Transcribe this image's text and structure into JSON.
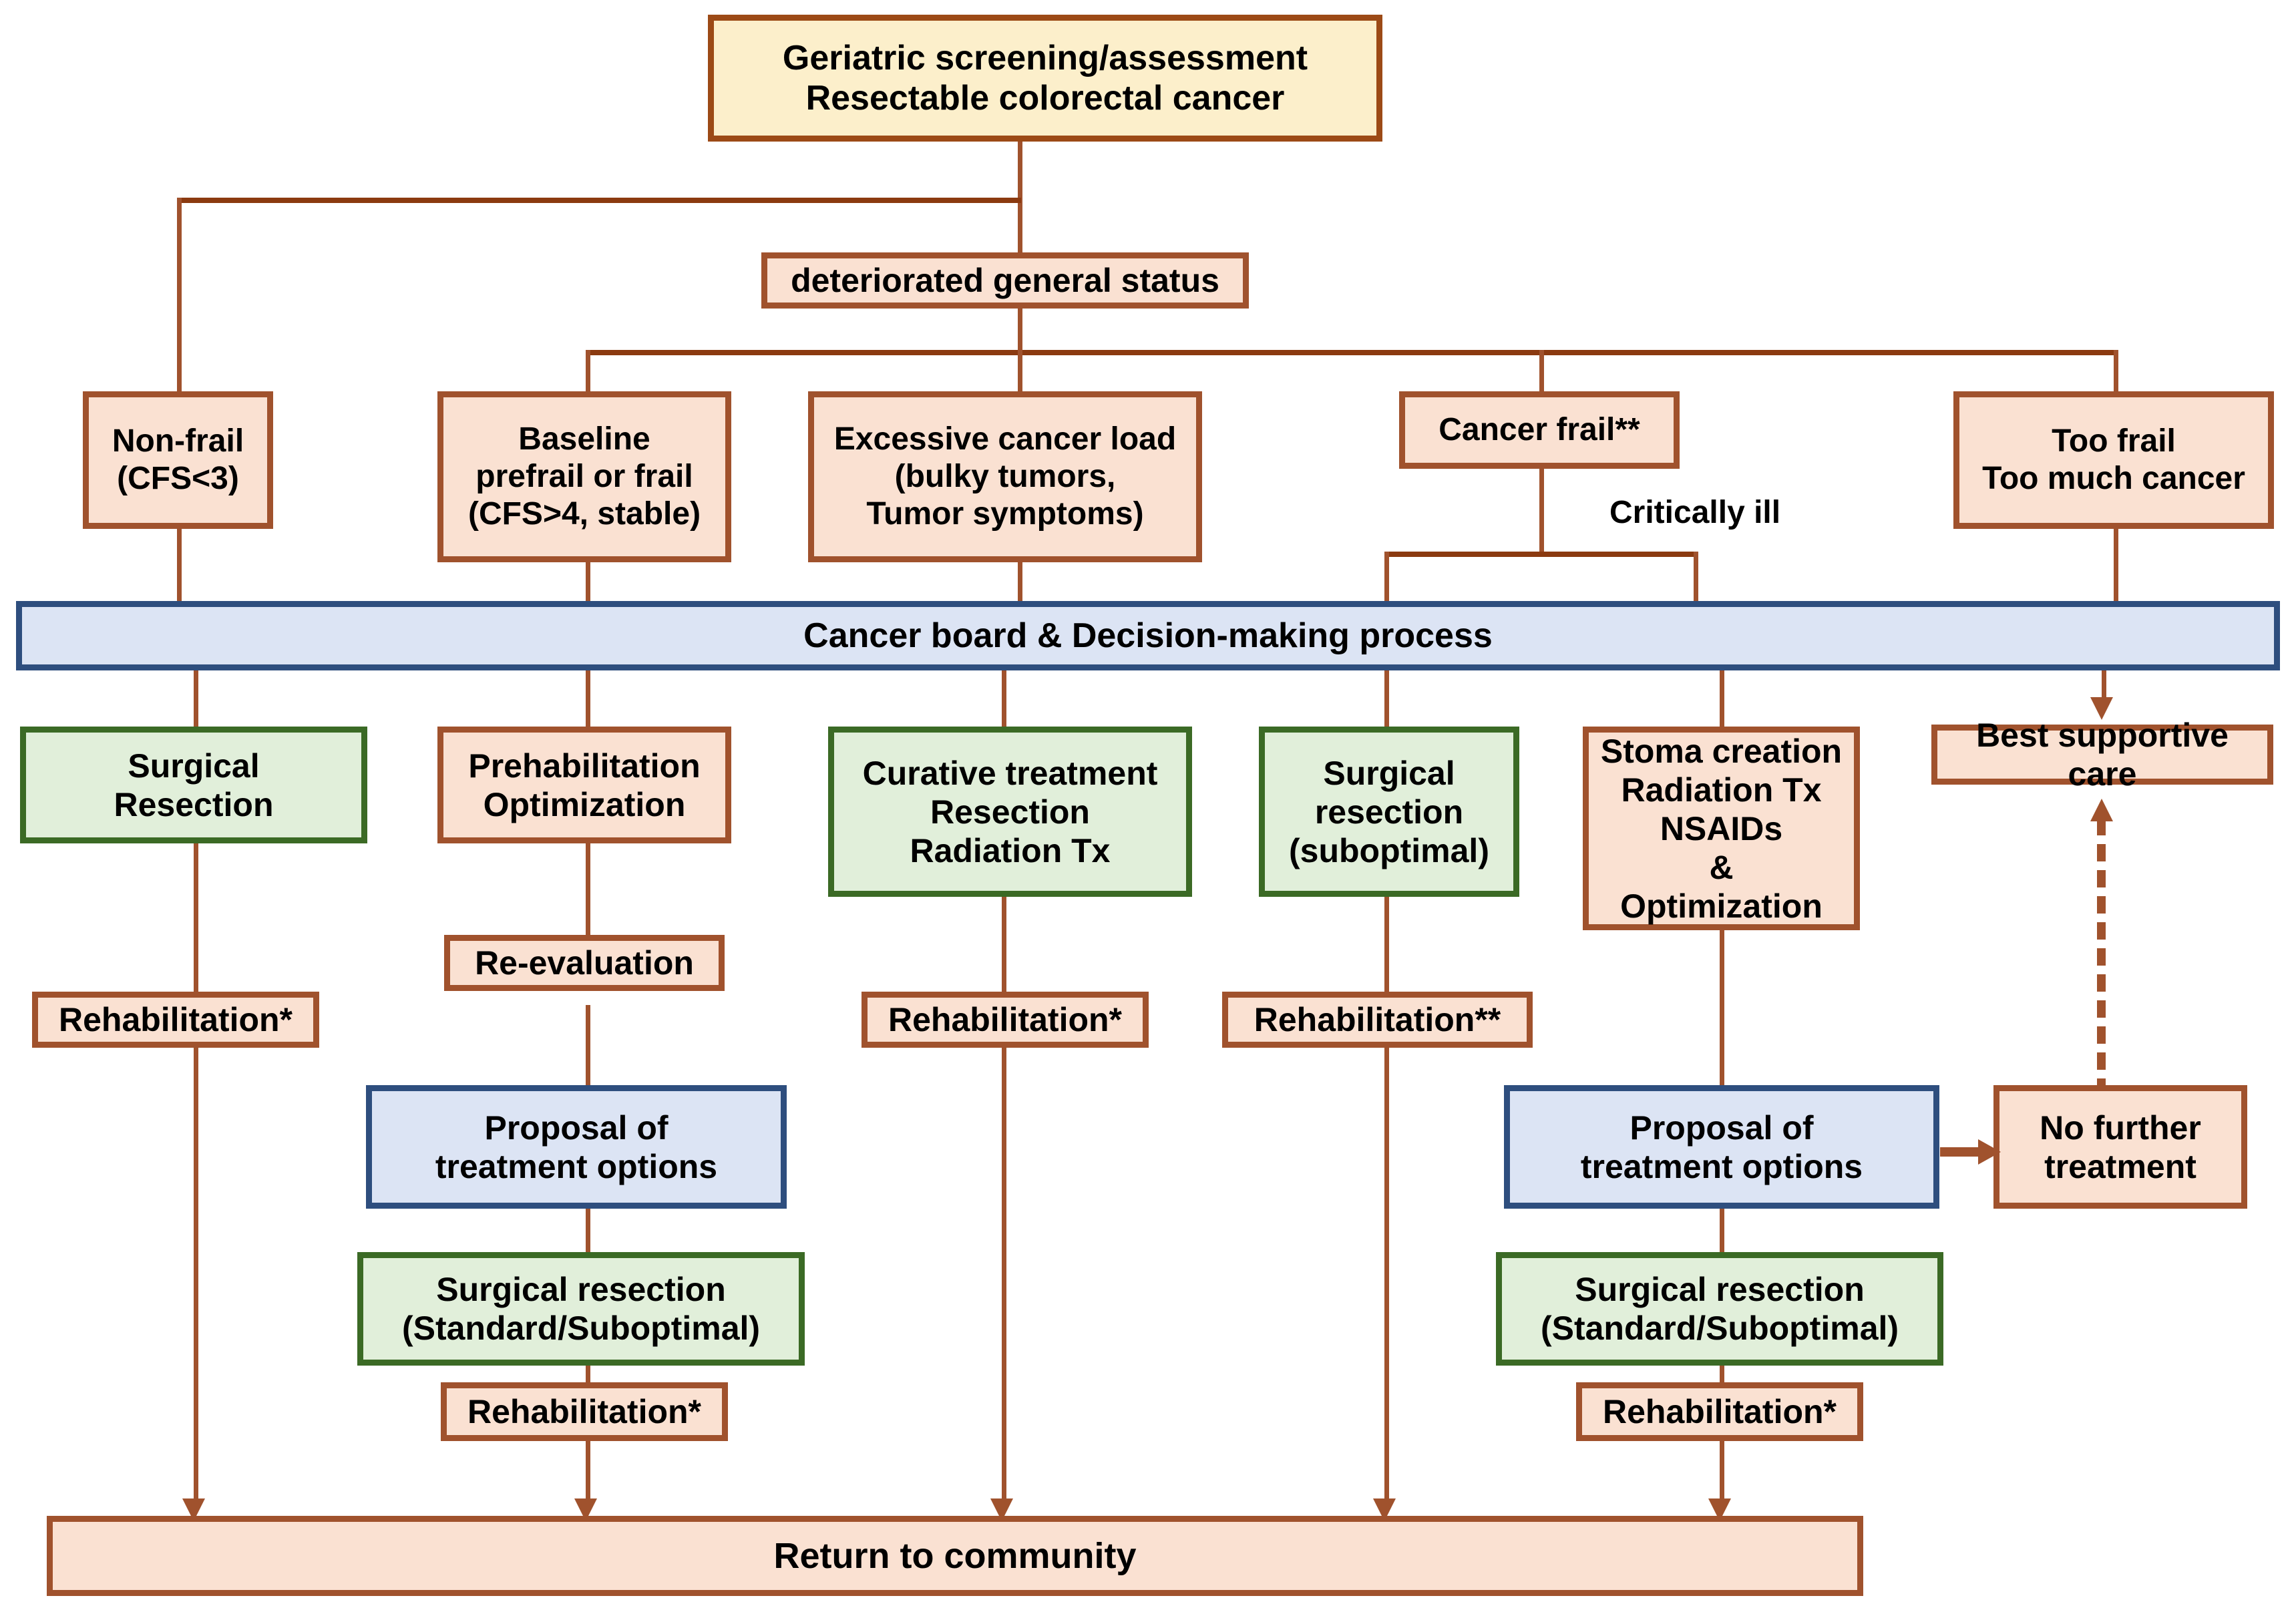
{
  "diagram": {
    "title": "Geriatric screening/assessment pathway for resectable colorectal cancer",
    "colors": {
      "connector": "#A0522D",
      "peach_fill": "#FAE1D2",
      "peach_border": "#A0522D",
      "cream_fill": "#FCEFCB",
      "cream_border": "#9C4A16",
      "green_fill": "#E1EFDA",
      "green_border": "#3B6A25",
      "blue_fill": "#DCE4F4",
      "blue_border": "#2E4E7E"
    },
    "nodes": {
      "root": "Geriatric screening/assessment\nResectable colorectal cancer",
      "deteriorated": "deteriorated general status",
      "non_frail": "Non-frail\n(CFS<3)",
      "baseline_prefrail": "Baseline\nprefrail or frail\n(CFS>4, stable)",
      "excessive_load": "Excessive cancer load\n(bulky tumors,\nTumor symptoms)",
      "cancer_frail": "Cancer frail**",
      "too_frail": "Too frail\nToo much cancer",
      "critically_ill": "Critically ill",
      "cancer_board": "Cancer board & Decision-making process",
      "surgical_resection": "Surgical\nResection",
      "prehabilitation": "Prehabilitation\nOptimization",
      "curative_treatment": "Curative treatment\nResection\nRadiation Tx",
      "surgical_resection_suboptimal": "Surgical\nresection\n(suboptimal)",
      "stoma_creation": "Stoma creation\nRadiation Tx\nNSAIDs\n&\nOptimization",
      "best_supportive_care": "Best supportive care",
      "rehabilitation_left": "Rehabilitation*",
      "re_evaluation": "Re-evaluation",
      "rehabilitation_mid": "Rehabilitation*",
      "rehabilitation_double": "Rehabilitation**",
      "proposal_left": "Proposal of\ntreatment options",
      "proposal_right": "Proposal of\ntreatment options",
      "no_further_treatment": "No further\ntreatment",
      "surgical_std_sub_left": "Surgical resection\n(Standard/Suboptimal)",
      "surgical_std_sub_right": "Surgical resection\n(Standard/Suboptimal)",
      "rehabilitation_bottom_left": "Rehabilitation*",
      "rehabilitation_bottom_right": "Rehabilitation*",
      "return_to_community": "Return to community"
    }
  }
}
